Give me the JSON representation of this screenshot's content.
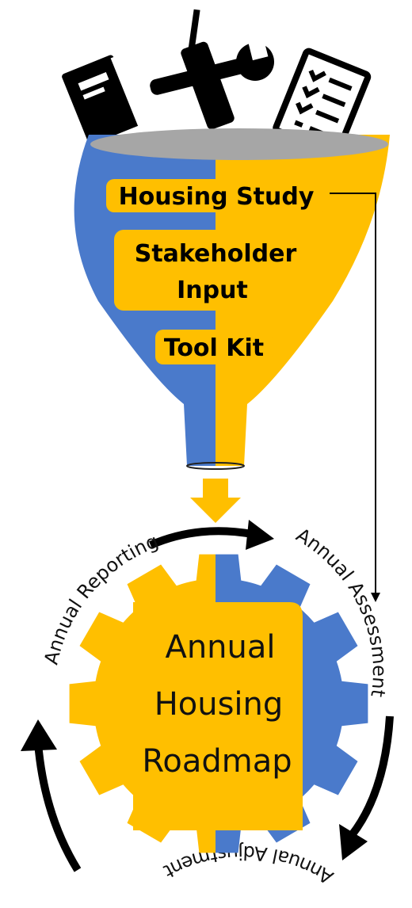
{
  "colors": {
    "blue": "#4a7acb",
    "yellow": "#ffbf00",
    "rim": "#a6a6a6",
    "ink": "#000000"
  },
  "icons": [
    "book-icon",
    "wrench-screwdriver-icon",
    "checklist-icon"
  ],
  "funnel": {
    "housing_study": "Housing Study",
    "stakeholder_line1": "Stakeholder",
    "stakeholder_line2": "Input",
    "tool_kit": "Tool Kit"
  },
  "gear": {
    "line1": "Annual",
    "line2": "Housing",
    "line3": "Roadmap"
  },
  "cycle": {
    "reporting": "Annual Reporting",
    "assessment": "Annual Assessment",
    "adjustment": "Annual Adjustment"
  }
}
